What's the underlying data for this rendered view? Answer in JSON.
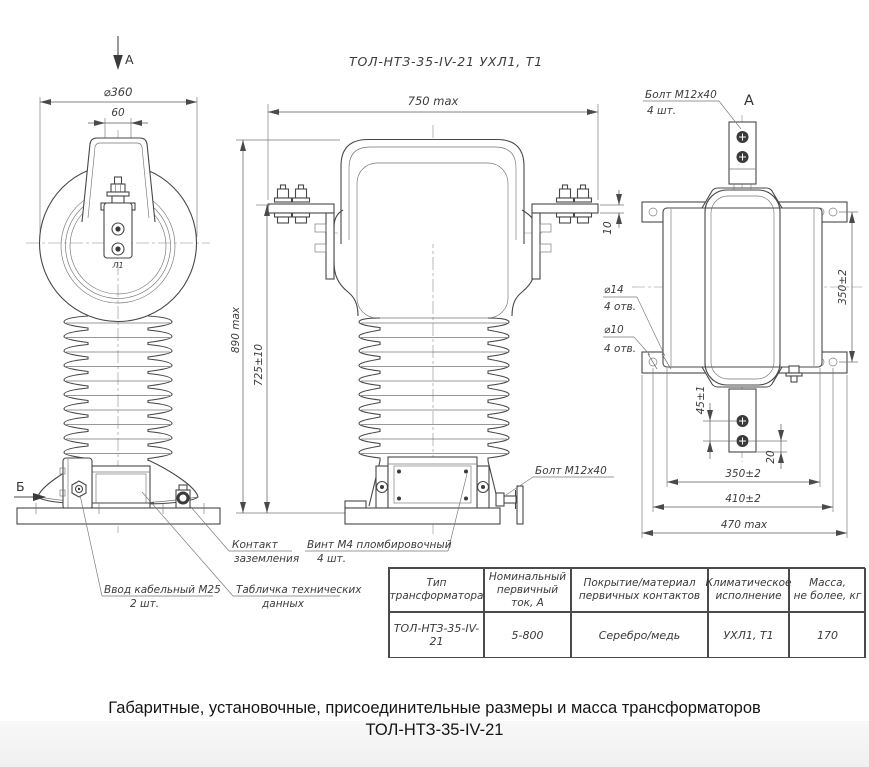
{
  "drawing": {
    "title": "ТОЛ-НТЗ-35-IV-21 УХЛ1, Т1",
    "view_labels": {
      "top_arrow": "А",
      "side_arrow": "Б",
      "top_view": "А"
    },
    "front": {
      "d360": "⌀360",
      "d60": "60",
      "terminal": "Л1"
    },
    "side": {
      "w750": "750 max",
      "h890": "890 max",
      "h725": "725±10",
      "t10": "10"
    },
    "top": {
      "v350": "350±2",
      "b45": "45±1",
      "b20": "20",
      "h350": "350±2",
      "h410": "410±2",
      "h470": "470 max",
      "d14": "⌀14",
      "d14_qty": "4 отв.",
      "d10": "⌀10",
      "d10_qty": "4 отв."
    },
    "callouts": {
      "bolt_top_1": "Болт М12х40",
      "bolt_top_2": "4 шт.",
      "bolt_side": "Болт М12х40",
      "vint_1": "Винт М4 пломбировочный",
      "vint_2": "4 шт.",
      "ground_1": "Контакт",
      "ground_2": "заземления",
      "cable_1": "Ввод кабельный М25",
      "cable_2": "2 шт.",
      "plate_1": "Табличка технических",
      "plate_2": "данных"
    }
  },
  "table": {
    "headers": [
      {
        "l1": "Тип",
        "l2": "трансформатора"
      },
      {
        "l1": "Номинальный",
        "l2": "первичный ток, А"
      },
      {
        "l1": "Покрытие/материал",
        "l2": "первичных контактов"
      },
      {
        "l1": "Климатическое",
        "l2": "исполнение"
      },
      {
        "l1": "Масса,",
        "l2": "не более, кг"
      }
    ],
    "row": [
      "ТОЛ-НТЗ-35-IV-21",
      "5-800",
      "Серебро/медь",
      "УХЛ1, Т1",
      "170"
    ]
  },
  "caption": {
    "line1": "Габаритные, установочные, присоединительные размеры и масса трансформаторов",
    "line2": "ТОЛ-НТЗ-35-IV-21"
  }
}
